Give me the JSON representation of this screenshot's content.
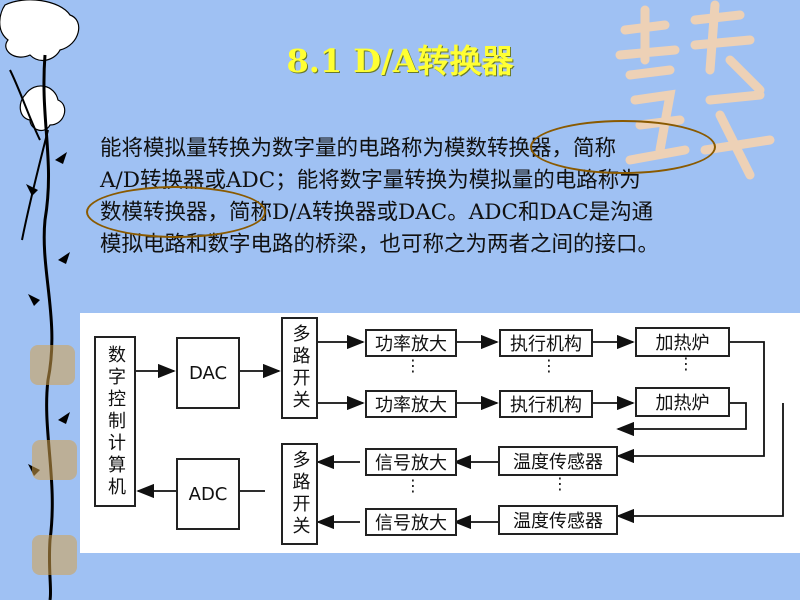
{
  "slide": {
    "title": "8.1   D/A转换器",
    "paragraph_lines": [
      "能将模拟量转换为数字量的电路称为模数转换器，简称",
      "A/D转换器或ADC；能将数字量转换为模拟量的电路称为",
      "数模转换器，简称D/A转换器或DAC。ADC和DAC是沟通",
      "模拟电路和数字电路的桥梁，也可称之为两者之间的接口。"
    ]
  },
  "diagram": {
    "controller": "数字控制计算机",
    "dac": "DAC",
    "adc": "ADC",
    "mux_top": "多路开关",
    "mux_bottom": "多路开关",
    "power_amp": "功率放大",
    "actuator": "执行机构",
    "heater": "加热炉",
    "signal_amp": "信号放大",
    "temp_sensor": "温度传感器",
    "ellipsis": "⋮"
  },
  "colors": {
    "background": "#9fc1f3",
    "title": "#ffff33",
    "oval": "#8a5a00"
  }
}
